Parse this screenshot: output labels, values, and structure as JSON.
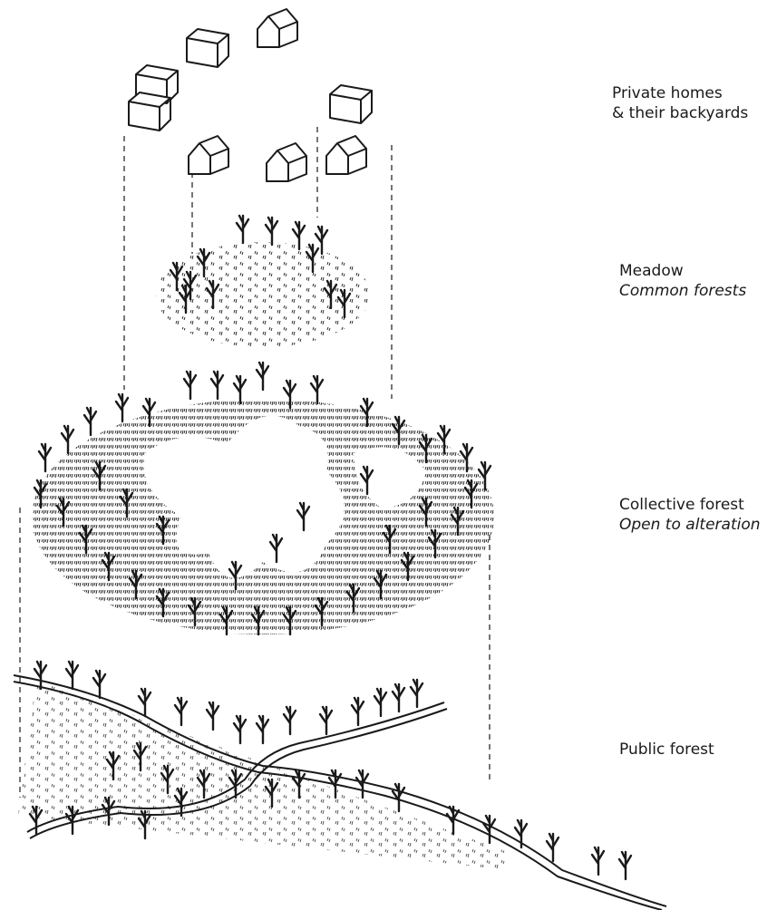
{
  "layers": [
    {
      "id": "homes",
      "title": "Private homes",
      "subtitle": "& their backyards",
      "subtitle_italic": false
    },
    {
      "id": "meadow",
      "title": "Meadow",
      "subtitle": "Common forests",
      "subtitle_italic": true
    },
    {
      "id": "collective",
      "title": "Collective forest",
      "subtitle": "Open to alteration",
      "subtitle_italic": true
    },
    {
      "id": "public",
      "title": "Public forest",
      "subtitle": "",
      "subtitle_italic": false
    }
  ],
  "colors": {
    "ink": "#1a1a1a",
    "background": "#ffffff"
  }
}
